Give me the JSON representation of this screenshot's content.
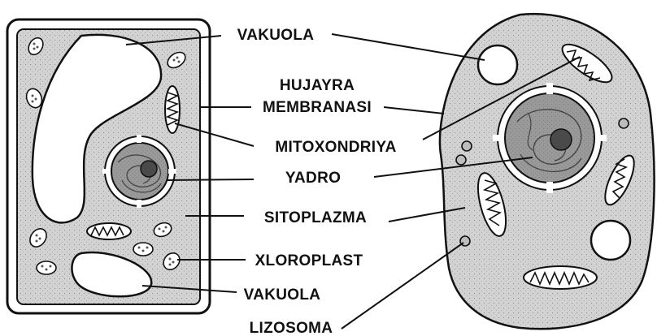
{
  "labels": {
    "vakuola_top": "VAKUOLA",
    "hujayra_line1": "HUJAYRA",
    "hujayra_line2": "MEMBRANASI",
    "mitoxondriya": "MITOXONDRIYA",
    "yadro": "YADRO",
    "sitoplazma": "SITOPLAZMA",
    "xloroplast": "XLOROPLAST",
    "vakuola_bottom": "VAKUOLA",
    "lizosoma": "LIZOSOMA"
  },
  "colors": {
    "outline": "#111111",
    "cytoplasm": "#d2d2d2",
    "nucleus": "#9a9a9a",
    "nucleolus": "#4a4a4a",
    "organelle": "#ffffff"
  }
}
